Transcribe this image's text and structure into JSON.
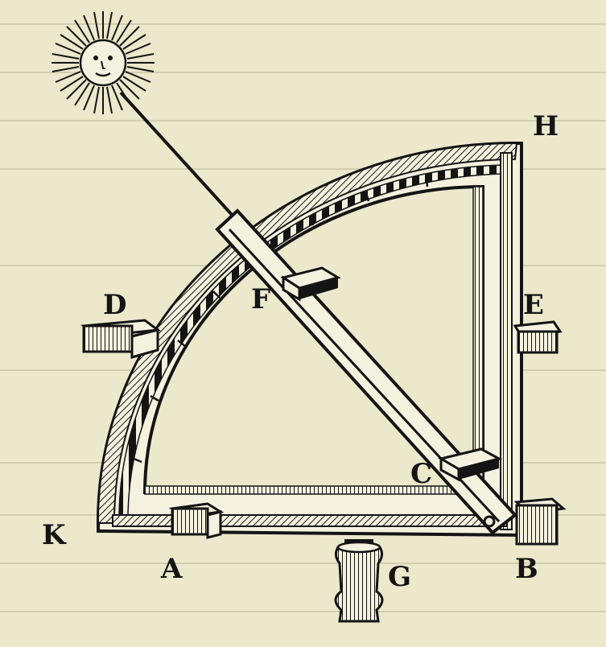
{
  "labels": {
    "H": "H",
    "D": "D",
    "E": "E",
    "F": "F",
    "C": "C",
    "K": "K",
    "A": "A",
    "G": "G",
    "B": "B"
  },
  "colors": {
    "paper": "#ece8cc",
    "ink": "#141414",
    "wood": "#f4f1df",
    "bleed_through": "#b9b59a"
  },
  "icons": {
    "sun": "sun-face-icon"
  }
}
